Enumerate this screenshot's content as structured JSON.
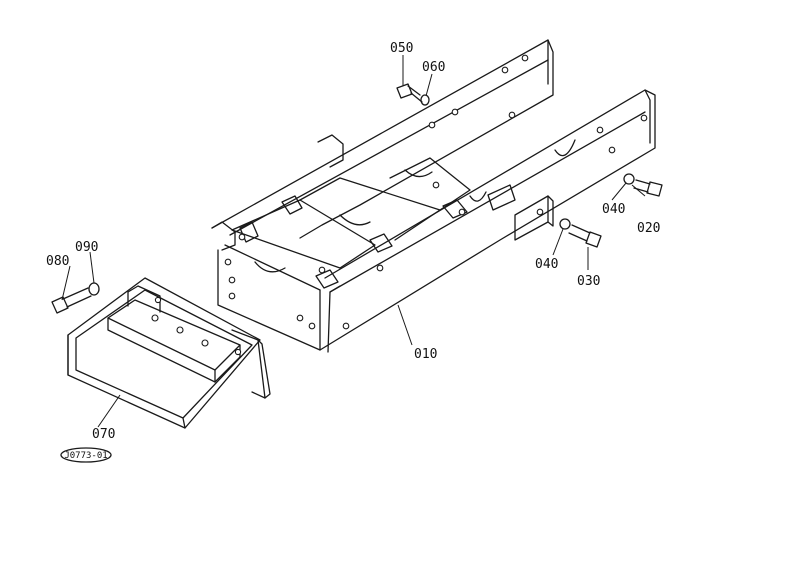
{
  "diagram": {
    "stamp_code": "J0773-01",
    "parts": [
      {
        "id": "p010",
        "label": "010"
      },
      {
        "id": "p020",
        "label": "020"
      },
      {
        "id": "p030",
        "label": "030"
      },
      {
        "id": "p040a",
        "label": "040"
      },
      {
        "id": "p040b",
        "label": "040"
      },
      {
        "id": "p050",
        "label": "050"
      },
      {
        "id": "p060",
        "label": "060"
      },
      {
        "id": "p070",
        "label": "070"
      },
      {
        "id": "p080",
        "label": "080"
      },
      {
        "id": "p090",
        "label": "090"
      }
    ]
  }
}
